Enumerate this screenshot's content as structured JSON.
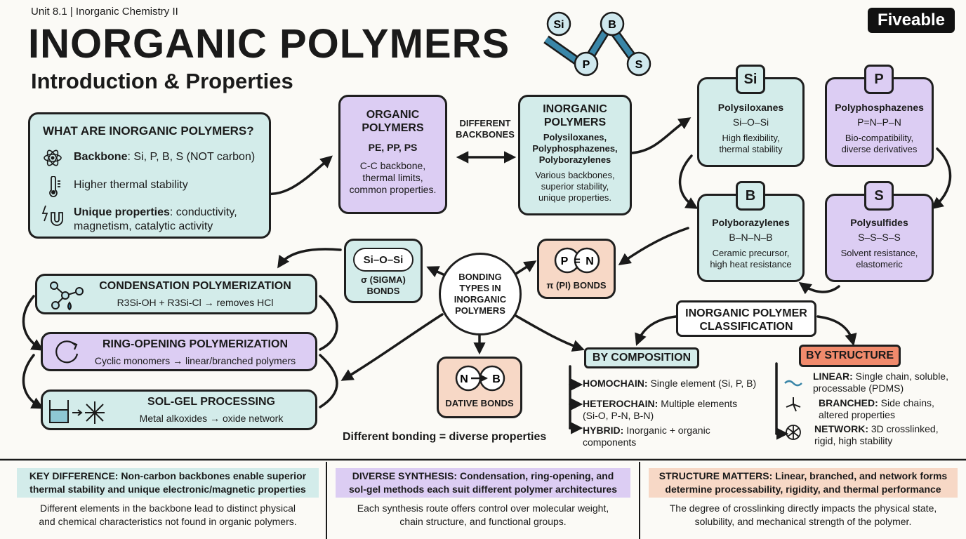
{
  "unit_label": "Unit 8.1 | Inorganic Chemistry II",
  "title": "INORGANIC POLYMERS",
  "subtitle": "Introduction & Properties",
  "brand": "Fiveable",
  "chain_atoms": [
    "Si",
    "P",
    "B",
    "S"
  ],
  "what_box": {
    "heading": "WHAT ARE INORGANIC POLYMERS?",
    "items": [
      {
        "bold": "Backbone",
        "text": ": Si, P, B, S (NOT carbon)",
        "icon": "atom-icon"
      },
      {
        "bold": "",
        "text": "Higher thermal stability",
        "icon": "thermometer-icon"
      },
      {
        "bold": "Unique properties",
        "text": ": conductivity,",
        "text2": "magnetism, catalytic activity",
        "icon": "lightning-magnet-icon"
      }
    ]
  },
  "organic": {
    "title1": "ORGANIC",
    "title2": "POLYMERS",
    "examples": "PE, PP, PS",
    "desc": [
      "C-C backbone,",
      "thermal limits,",
      "common properties."
    ]
  },
  "backbones_label": [
    "DIFFERENT",
    "BACKBONES"
  ],
  "inorganic": {
    "title1": "INORGANIC",
    "title2": "POLYMERS",
    "examples": [
      "Polysiloxanes,",
      "Polyphosphazenes,",
      "Polyborazylenes"
    ],
    "desc": [
      "Various backbones,",
      "superior stability,",
      "unique properties."
    ]
  },
  "families": [
    {
      "symbol": "Si",
      "name": "Polysiloxanes",
      "formula": "Si–O–Si",
      "desc": [
        "High flexibility,",
        "thermal stability"
      ]
    },
    {
      "symbol": "P",
      "name": "Polyphosphazenes",
      "formula": "P=N–P–N",
      "desc": [
        "Bio-compatibility,",
        "diverse derivatives"
      ]
    },
    {
      "symbol": "B",
      "name": "Polyborazylenes",
      "formula": "B–N–N–B",
      "desc": [
        "Ceramic precursor,",
        "high heat resistance"
      ]
    },
    {
      "symbol": "S",
      "name": "Polysulfides",
      "formula": "S–S–S–S",
      "desc": [
        "Solvent resistance,",
        "elastomeric"
      ]
    }
  ],
  "bonding": {
    "center": [
      "BONDING",
      "TYPES IN",
      "INORGANIC",
      "POLYMERS"
    ],
    "sigma": {
      "diagram": "Si–O–Si",
      "label": [
        "σ (SIGMA)",
        "BONDS"
      ]
    },
    "pi": {
      "left": "P",
      "bond": "=",
      "right": "N",
      "label": "π (PI) BONDS"
    },
    "dative": {
      "left": "N",
      "right": "B",
      "label": "DATIVE BONDS"
    },
    "footer": "Different bonding = diverse properties"
  },
  "synthesis": [
    {
      "title": "CONDENSATION POLYMERIZATION",
      "desc": "R3Si-OH + R3Si-Cl → removes HCl"
    },
    {
      "title": "RING-OPENING POLYMERIZATION",
      "desc": "Cyclic monomers → linear/branched polymers"
    },
    {
      "title": "SOL-GEL PROCESSING",
      "desc": "Metal alkoxides → oxide network"
    }
  ],
  "classification": {
    "title": [
      "INORGANIC POLYMER",
      "CLASSIFICATION"
    ],
    "composition": {
      "title": "BY COMPOSITION",
      "items": [
        {
          "bold": "HOMOCHAIN:",
          "text": "Single element (Si, P, B)",
          "text2": ""
        },
        {
          "bold": "HETEROCHAIN:",
          "text": "Multiple elements",
          "text2": "(Si-O, P-N, B-N)"
        },
        {
          "bold": "HYBRID:",
          "text": "Inorganic + organic",
          "text2": "components"
        }
      ]
    },
    "structure": {
      "title": "BY STRUCTURE",
      "items": [
        {
          "bold": "LINEAR:",
          "text": "Single chain, soluble,",
          "text2": "processable (PDMS)"
        },
        {
          "bold": "BRANCHED:",
          "text": "Side chains,",
          "text2": "altered properties"
        },
        {
          "bold": "NETWORK:",
          "text": "3D crosslinked,",
          "text2": "rigid, high stability"
        }
      ]
    }
  },
  "summary": [
    {
      "head": [
        "KEY DIFFERENCE: Non-carbon backbones enable superior",
        "thermal stability and unique electronic/magnetic properties"
      ],
      "body": [
        "Different elements in the backbone lead to distinct physical",
        "and chemical characteristics not found in organic polymers."
      ],
      "color": "#d3ecea"
    },
    {
      "head": [
        "DIVERSE SYNTHESIS: Condensation, ring-opening, and",
        "sol-gel methods each suit different polymer architectures"
      ],
      "body": [
        "Each synthesis route offers control over molecular weight,",
        "chain structure, and functional groups."
      ],
      "color": "#dccdf3"
    },
    {
      "head": [
        "STRUCTURE MATTERS: Linear, branched, and network forms",
        "determine processability, rigidity, and thermal performance"
      ],
      "body": [
        "The degree of crosslinking directly impacts the physical state,",
        "solubility, and mechanical strength of the polymer."
      ],
      "color": "#f7d8c6"
    }
  ]
}
